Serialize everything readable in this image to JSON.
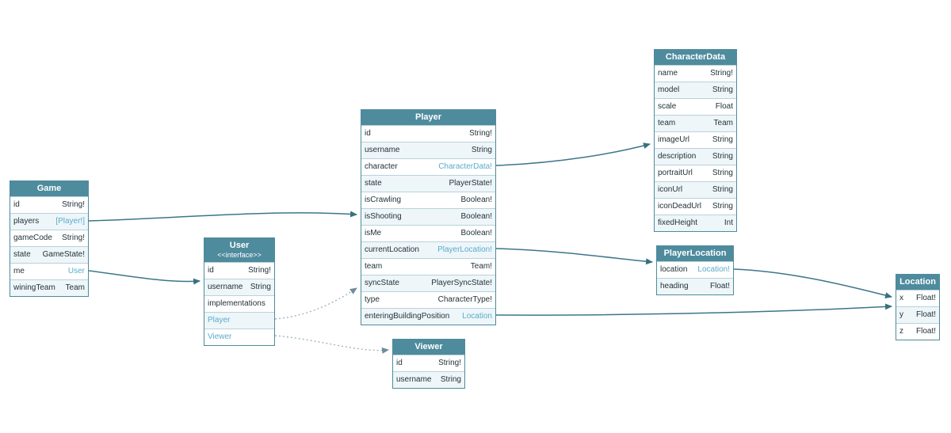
{
  "colors": {
    "header_bg": "#4e8b9d",
    "header_text": "#ffffff",
    "border": "#4e8b9d",
    "row_border": "#b9d2da",
    "row_bg": "#ffffff",
    "row_alt_bg": "#eef6f9",
    "text": "#22323a",
    "link": "#5aabcb",
    "arrow": "#3c7689",
    "arrow_head": "#38707f",
    "arrow_dotted": "#a3b6bd",
    "arrow_dotted_head": "#6f8d99"
  },
  "tables": [
    {
      "id": "Game",
      "title": "Game",
      "fields": [
        {
          "name": "id",
          "type": "String!",
          "link": false
        },
        {
          "name": "players",
          "type": "[Player!]",
          "link": true
        },
        {
          "name": "gameCode",
          "type": "String!",
          "link": false
        },
        {
          "name": "state",
          "type": "GameState!",
          "link": false
        },
        {
          "name": "me",
          "type": "User",
          "link": true
        },
        {
          "name": "winingTeam",
          "type": "Team",
          "link": false
        }
      ]
    },
    {
      "id": "User",
      "title": "User",
      "subtitle": "<<interface>>",
      "fields": [
        {
          "name": "id",
          "type": "String!",
          "link": false
        },
        {
          "name": "username",
          "type": "String",
          "link": false
        },
        {
          "name": "implementations",
          "type": "",
          "link": false
        },
        {
          "name": "Player",
          "type": "",
          "link": true
        },
        {
          "name": "Viewer",
          "type": "",
          "link": true
        }
      ]
    },
    {
      "id": "Player",
      "title": "Player",
      "fields": [
        {
          "name": "id",
          "type": "String!",
          "link": false
        },
        {
          "name": "username",
          "type": "String",
          "link": false
        },
        {
          "name": "character",
          "type": "CharacterData!",
          "link": true
        },
        {
          "name": "state",
          "type": "PlayerState!",
          "link": false
        },
        {
          "name": "isCrawling",
          "type": "Boolean!",
          "link": false
        },
        {
          "name": "isShooting",
          "type": "Boolean!",
          "link": false
        },
        {
          "name": "isMe",
          "type": "Boolean!",
          "link": false
        },
        {
          "name": "currentLocation",
          "type": "PlayerLocation!",
          "link": true
        },
        {
          "name": "team",
          "type": "Team!",
          "link": false
        },
        {
          "name": "syncState",
          "type": "PlayerSyncState!",
          "link": false
        },
        {
          "name": "type",
          "type": "CharacterType!",
          "link": false
        },
        {
          "name": "enteringBuildingPosition",
          "type": "Location",
          "link": true
        }
      ]
    },
    {
      "id": "Viewer",
      "title": "Viewer",
      "fields": [
        {
          "name": "id",
          "type": "String!",
          "link": false
        },
        {
          "name": "username",
          "type": "String",
          "link": false
        }
      ]
    },
    {
      "id": "CharacterData",
      "title": "CharacterData",
      "fields": [
        {
          "name": "name",
          "type": "String!",
          "link": false
        },
        {
          "name": "model",
          "type": "String",
          "link": false
        },
        {
          "name": "scale",
          "type": "Float",
          "link": false
        },
        {
          "name": "team",
          "type": "Team",
          "link": false
        },
        {
          "name": "imageUrl",
          "type": "String",
          "link": false
        },
        {
          "name": "description",
          "type": "String",
          "link": false
        },
        {
          "name": "portraitUrl",
          "type": "String",
          "link": false
        },
        {
          "name": "iconUrl",
          "type": "String",
          "link": false
        },
        {
          "name": "iconDeadUrl",
          "type": "String",
          "link": false
        },
        {
          "name": "fixedHeight",
          "type": "Int",
          "link": false
        }
      ]
    },
    {
      "id": "PlayerLocation",
      "title": "PlayerLocation",
      "fields": [
        {
          "name": "location",
          "type": "Location!",
          "link": true
        },
        {
          "name": "heading",
          "type": "Float!",
          "link": false
        }
      ]
    },
    {
      "id": "Location",
      "title": "Location",
      "fields": [
        {
          "name": "x",
          "type": "Float!",
          "link": false
        },
        {
          "name": "y",
          "type": "Float!",
          "link": false
        },
        {
          "name": "z",
          "type": "Float!",
          "link": false
        }
      ]
    }
  ],
  "edges": [
    {
      "from": "Game.players",
      "to": "Player",
      "style": "solid"
    },
    {
      "from": "Game.me",
      "to": "User",
      "style": "solid"
    },
    {
      "from": "Player.character",
      "to": "CharacterData",
      "style": "solid"
    },
    {
      "from": "Player.currentLocation",
      "to": "PlayerLocation",
      "style": "solid"
    },
    {
      "from": "Player.enteringBuildingPosition",
      "to": "Location",
      "style": "solid"
    },
    {
      "from": "PlayerLocation.location",
      "to": "Location",
      "style": "solid"
    },
    {
      "from": "User.Player",
      "to": "Player",
      "style": "dotted"
    },
    {
      "from": "User.Viewer",
      "to": "Viewer",
      "style": "dotted"
    }
  ]
}
